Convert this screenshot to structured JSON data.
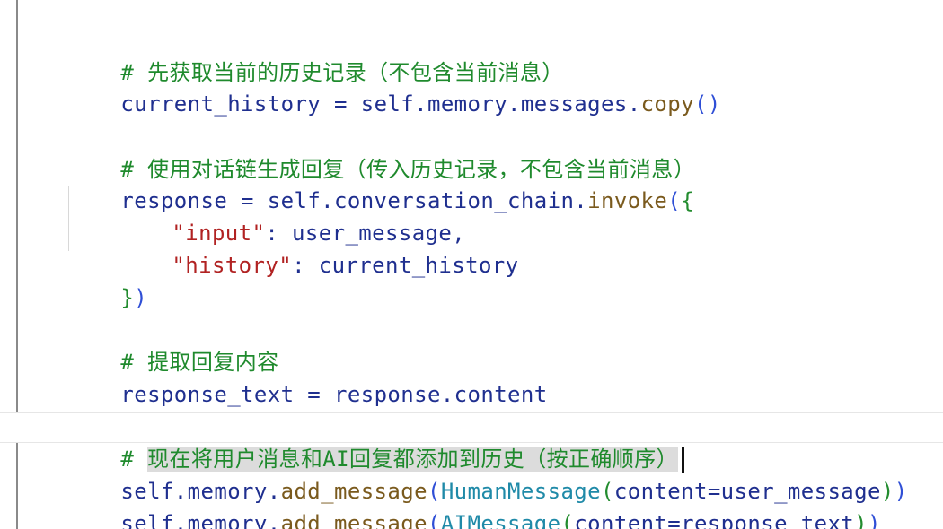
{
  "code": {
    "line1": {
      "comment": "# 先获取当前的历史记录（不包含当前消息）"
    },
    "line2": {
      "var": "current_history",
      "op": " = ",
      "obj": "self.memory.messages.",
      "method": "copy",
      "paren": "()"
    },
    "line3": {
      "comment": "# 使用对话链生成回复（传入历史记录，不包含当前消息）"
    },
    "line4": {
      "var": "response",
      "op": " = ",
      "obj": "self.conversation_chain.",
      "method": "invoke",
      "paren_open": "(",
      "brace_open": "{"
    },
    "line5": {
      "key": "\"input\"",
      "rest": ": user_message,"
    },
    "line6": {
      "key": "\"history\"",
      "rest": ": current_history"
    },
    "line7": {
      "brace_close": "}",
      "paren_close": ")"
    },
    "line8": {
      "comment": "# 提取回复内容"
    },
    "line9": {
      "var": "response_text",
      "op": " = ",
      "obj": "response.content"
    },
    "line10": {
      "hash": "# ",
      "comment_selected": "现在将用户消息和AI回复都添加到历史（按正确顺序）"
    },
    "line11": {
      "obj": "self.memory.",
      "method": "add_message",
      "paren_open": "(",
      "cls": "HumanMessage",
      "inner_open": "(",
      "arg": "content=user_message",
      "inner_close": ")",
      "paren_close": ")"
    },
    "line12": {
      "obj": "self.memory.",
      "method": "add_message",
      "paren_open": "(",
      "cls": "AIMessage",
      "inner_open": "(",
      "arg": "content=response_text",
      "inner_close": ")",
      "paren_close": ")"
    }
  }
}
